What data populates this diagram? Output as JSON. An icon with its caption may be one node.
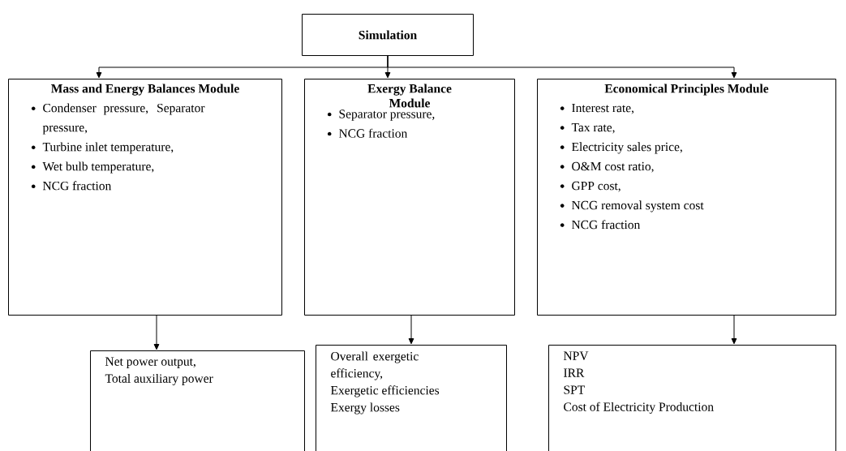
{
  "diagram": {
    "nodes": [
      {
        "text": [
          "Simulation"
        ]
      },
      {
        "text": [
          "Mass and Energy Balances Module",
          "Condenser pressure, Separator pressure,",
          "Turbine inlet temperature,",
          "Wet bulb temperature,",
          "NCG fraction"
        ]
      },
      {
        "text": [
          "Exergy Balance Module",
          "Separator pressure,",
          "NCG fraction"
        ]
      },
      {
        "text": [
          "Economical Principles Module",
          "Interest rate,",
          "Tax rate,",
          "Electricity sales price,",
          "O&M cost ratio,",
          "GPP cost,",
          "NCG removal system cost",
          "NCG fraction"
        ]
      },
      {
        "text": [
          "Net power output,",
          "Total auxiliary power"
        ]
      },
      {
        "text": [
          "Overall exergetic efficiency,",
          "Exergetic efficiencies",
          "Exergy losses"
        ]
      },
      {
        "text": [
          "NPV",
          "IRR",
          "SPT",
          "Cost of Electricity Production"
        ]
      }
    ],
    "edges": [
      {
        "from": 0,
        "to": 1,
        "arrow": "to"
      },
      {
        "from": 0,
        "to": 2,
        "arrow": "to"
      },
      {
        "from": 0,
        "to": 3,
        "arrow": "to"
      },
      {
        "from": 1,
        "to": 4,
        "arrow": "to"
      },
      {
        "from": 2,
        "to": 5,
        "arrow": "to"
      },
      {
        "from": 3,
        "to": 6,
        "arrow": "to"
      }
    ]
  }
}
